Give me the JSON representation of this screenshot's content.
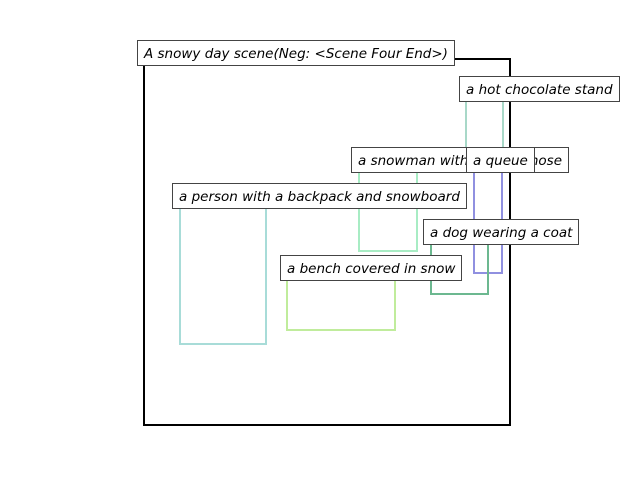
{
  "scene": {
    "caption": "A snowy day scene(Neg: <Scene Four End>)",
    "frame_color": "#000000"
  },
  "boxes": [
    {
      "label": "a hot chocolate stand",
      "color": "#a8d8c8"
    },
    {
      "label": "a snowman with a carrot nose",
      "color": "#a8ecc4"
    },
    {
      "label": "a queue",
      "color": "#9090e0"
    },
    {
      "label": "a person with a backpack and snowboard",
      "color": "#a8dcd8"
    },
    {
      "label": "a dog wearing a coat",
      "color": "#6cb890"
    },
    {
      "label": "a bench covered in snow",
      "color": "#c0ec9c"
    }
  ]
}
